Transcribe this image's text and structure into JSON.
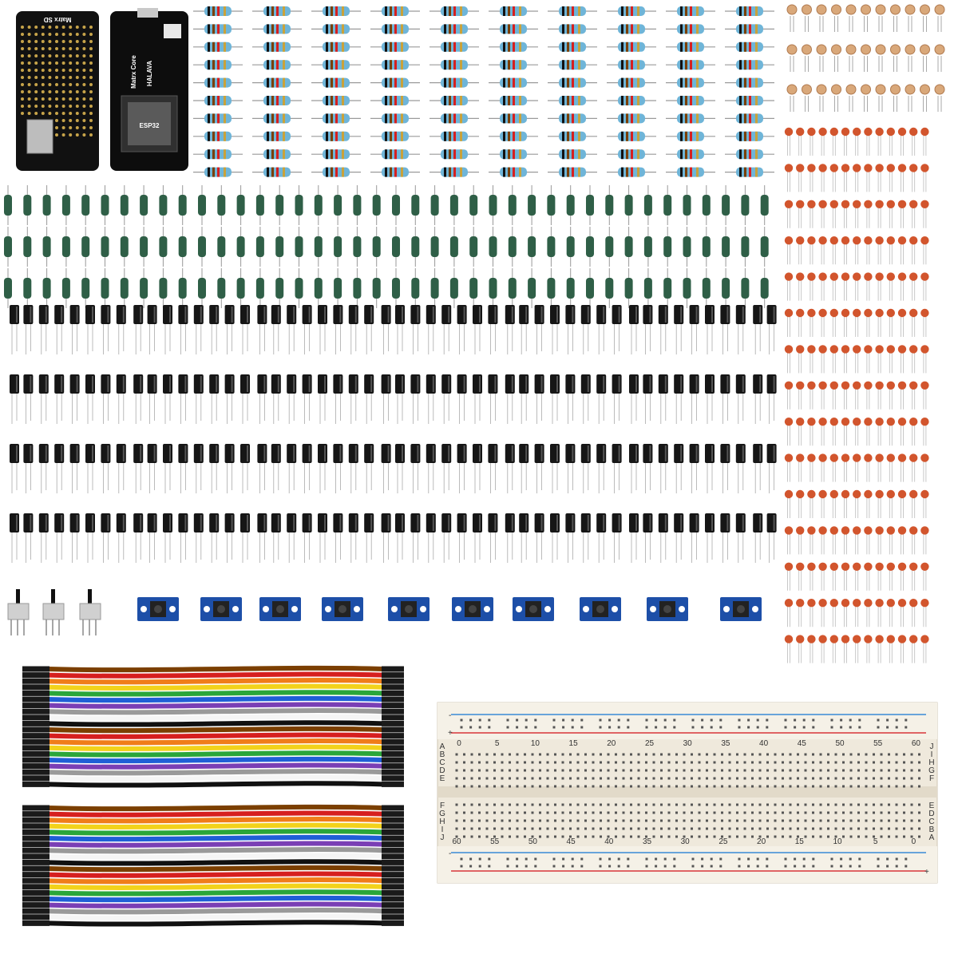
{
  "colors": {
    "background": "#ffffff",
    "resistor_body": "#6fb5d8",
    "inductor_body": "#2f5f47",
    "capacitor_body": "#161616",
    "ceramic_capacitor": "#d2552d",
    "button_board": "#1d4fa8",
    "breadboard": "#f2ede2",
    "breadboard_red_rail": "#d8363a",
    "breadboard_blue_rail": "#3a8ad6",
    "wire_colors": [
      "#7b3f00",
      "#d61f1f",
      "#f07d1a",
      "#f2d21b",
      "#2aa63a",
      "#1f5fd6",
      "#7a3fb5",
      "#9a9a9a",
      "#f5f5f5",
      "#111111"
    ]
  },
  "boards": {
    "sd_board_label": "Matrx SD",
    "core_board_label": "Matrx Core",
    "core_board_sublabel": "HALAVA",
    "core_board_code": "ESP32"
  },
  "breadboard": {
    "column_numbers_top": [
      "0",
      "5",
      "10",
      "15",
      "20",
      "25",
      "30",
      "35",
      "40",
      "45",
      "50",
      "55",
      "60"
    ],
    "column_numbers_bottom": [
      "60",
      "55",
      "50",
      "45",
      "40",
      "35",
      "30",
      "25",
      "20",
      "15",
      "10",
      "5",
      "0"
    ],
    "row_letters_left_top": [
      "A",
      "B",
      "C",
      "D",
      "E"
    ],
    "row_letters_left_bottom": [
      "F",
      "G",
      "H",
      "I",
      "J"
    ],
    "row_letters_right_top": [
      "J",
      "I",
      "H",
      "G",
      "F"
    ],
    "row_letters_right_bottom": [
      "E",
      "D",
      "C",
      "B",
      "A"
    ],
    "plus_symbol": "+",
    "minus_symbol": "-"
  }
}
